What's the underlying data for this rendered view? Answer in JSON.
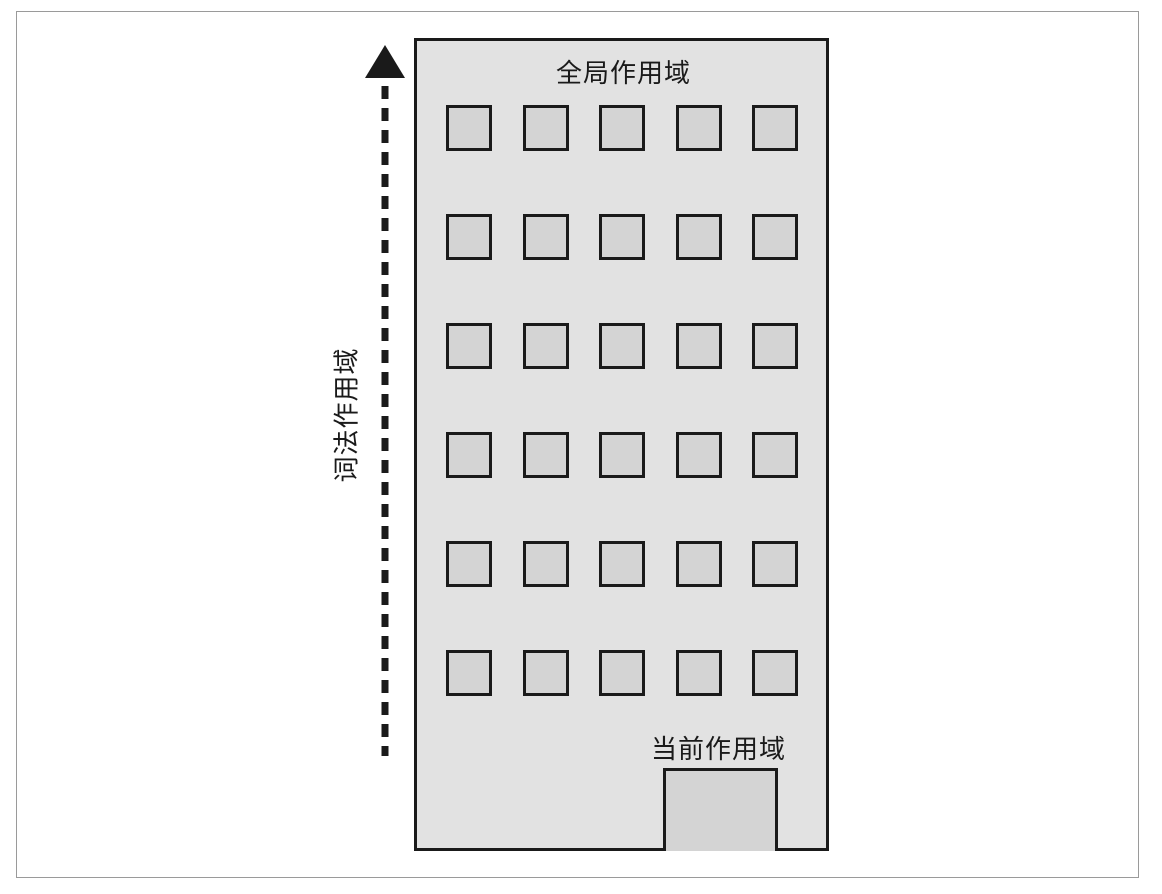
{
  "labels": {
    "global_scope": "全局作用域",
    "current_scope": "当前作用域",
    "lexical_scope": "词法作用域"
  },
  "building": {
    "window_rows": 6,
    "window_cols": 5
  },
  "colors": {
    "stroke": "#1a1a1a",
    "building_fill": "#e2e2e2",
    "window_fill": "#d4d4d4",
    "frame_border": "#9a9a9a"
  },
  "icons": {
    "arrow": "dashed-up-arrow-icon"
  }
}
